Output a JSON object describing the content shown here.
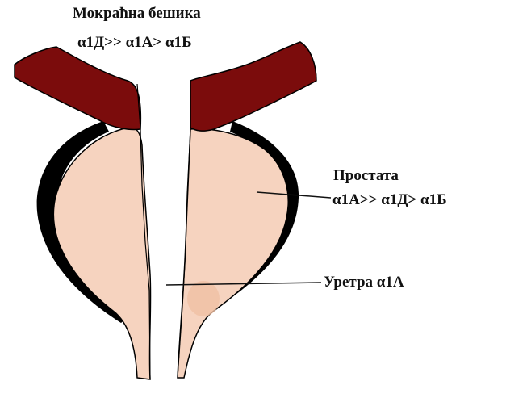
{
  "labels": {
    "bladder": {
      "title": "Мокраћна бешика",
      "receptors": "α1Д>> α1А> α1Б"
    },
    "prostate": {
      "title": "Простата",
      "receptors": "α1А>> α1Д> α1Б"
    },
    "urethra": {
      "text": "Уретра α1А"
    }
  },
  "colors": {
    "bladder_wall": "#7b0c0c",
    "prostate_tissue": "#f6d3bf",
    "prostate_highlight": "#f0c0a4",
    "capsule": "#000000",
    "leader_line": "#111111",
    "background": "#ffffff"
  }
}
